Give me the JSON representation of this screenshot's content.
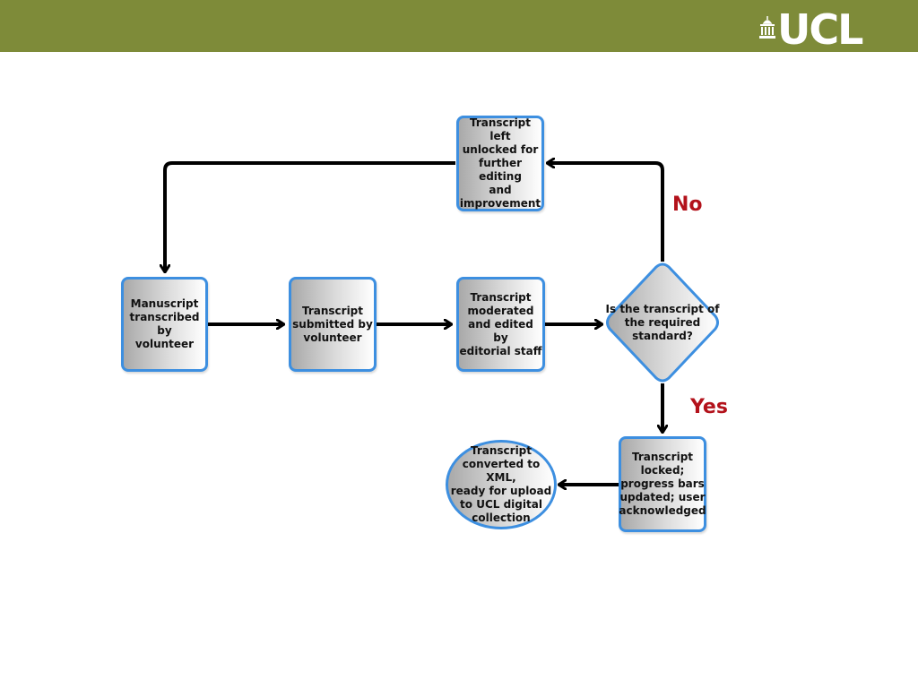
{
  "header": {
    "logo_text": "UCL",
    "bar_color": "#7e8b39"
  },
  "flowchart": {
    "nodes": {
      "manuscript_transcribed": "Manuscript\ntranscribed by\nvolunteer",
      "transcript_submitted": "Transcript\nsubmitted by\nvolunteer",
      "transcript_moderated": "Transcript\nmoderated\nand edited by\neditorial staff",
      "decision": "Is the transcript of\nthe required\nstandard?",
      "transcript_left_unlocked": "Transcript left\nunlocked for\nfurther editing\nand\nimprovement",
      "transcript_locked": "Transcript\nlocked;\nprogress bars\nupdated; user\nacknowledged",
      "transcript_converted": "Transcript\nconverted to XML,\nready for upload\nto UCL digital\ncollection"
    },
    "branch_labels": {
      "no": "No",
      "yes": "Yes"
    },
    "colors": {
      "node_border": "#3d8fe0",
      "branch_label": "#b3121b",
      "connector": "#000000"
    }
  }
}
